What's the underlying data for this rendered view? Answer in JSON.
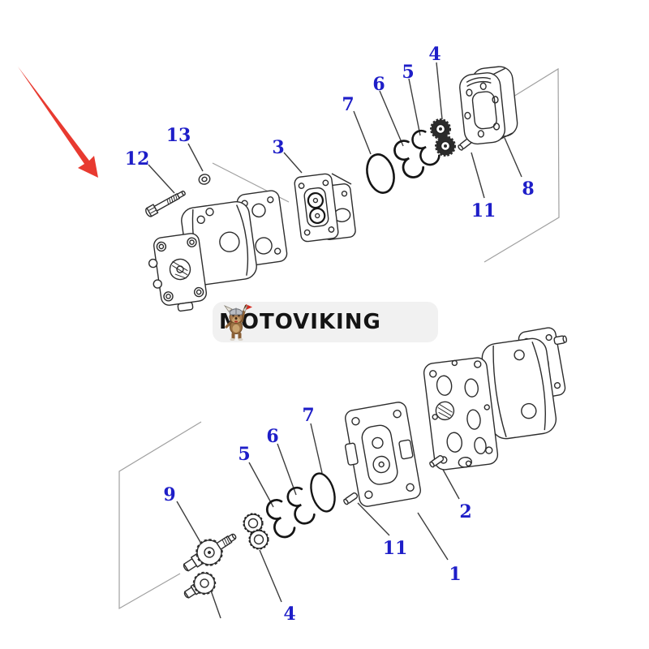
{
  "watermark": {
    "brand": "MOTOVIKING"
  },
  "callouts": {
    "upper": [
      {
        "label": "12"
      },
      {
        "label": "13"
      },
      {
        "label": "3"
      },
      {
        "label": "7"
      },
      {
        "label": "6"
      },
      {
        "label": "5"
      },
      {
        "label": "4"
      },
      {
        "label": "11"
      },
      {
        "label": "8"
      }
    ],
    "lower": [
      {
        "label": "9"
      },
      {
        "label": "5"
      },
      {
        "label": "6"
      },
      {
        "label": "7"
      },
      {
        "label": "4"
      },
      {
        "label": "11"
      },
      {
        "label": "1"
      },
      {
        "label": "2"
      }
    ]
  },
  "colors": {
    "callout": "#1e1ec8",
    "arrow": "#e83a30",
    "line": "#2c2c2c",
    "boundary": "#a0a0a0",
    "logo_bg": "#f1f1f1",
    "logo_text": "#141414"
  }
}
